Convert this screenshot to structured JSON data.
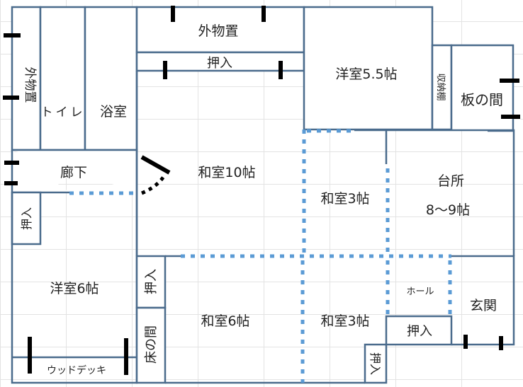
{
  "rooms": {
    "outside_storage_left": "外物置",
    "toilet": "トイレ",
    "bathroom": "浴室",
    "outside_storage_top": "外物置",
    "closet_top": "押入",
    "western_room_55": "洋室5.5帖",
    "storage_shelf": "収納棚",
    "wood_floor_room": "板の間",
    "corridor": "廊下",
    "japanese_room_10": "和室10帖",
    "closet_left": "押入",
    "western_room_6": "洋室6帖",
    "wood_deck": "ウッドデッキ",
    "closet_mid": "押入",
    "tokonoma": "床の間",
    "japanese_room_6": "和室6帖",
    "japanese_room_3_upper": "和室3帖",
    "kitchen": "台所",
    "kitchen_size": "8～9帖",
    "japanese_room_3_lower": "和室3帖",
    "hall": "ホール",
    "closet_hall": "押入",
    "closet_small": "押入",
    "entrance": "玄関"
  },
  "colors": {
    "wall": "#4a6b8c",
    "opening": "#5b9bd5",
    "window": "#000000"
  }
}
